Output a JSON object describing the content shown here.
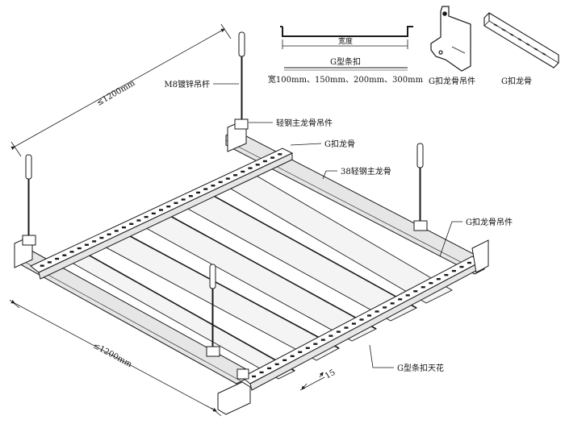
{
  "legend": {
    "width_label": "宽度",
    "profile_title": "G型条扣",
    "widths": "宽100mm、150mm、200mm、300mm",
    "hanger_caption": "G扣龙骨吊件",
    "keel_caption": "G扣龙骨"
  },
  "callouts": {
    "rod": "M8镀锌吊杆",
    "main_hanger": "轻钢主龙骨吊件",
    "g_keel": "G扣龙骨",
    "main_keel": "38轻钢主龙骨",
    "g_keel_hanger": "G扣龙骨吊件",
    "panel": "G型条扣天花"
  },
  "dimensions": {
    "top": "≤1200mm",
    "bottom": "≤1200mm",
    "gap": "15"
  },
  "colors": {
    "line": "#1a1a1a",
    "panel_fill": "#f4f4f4",
    "keel_fill": "#e6e6e6"
  }
}
